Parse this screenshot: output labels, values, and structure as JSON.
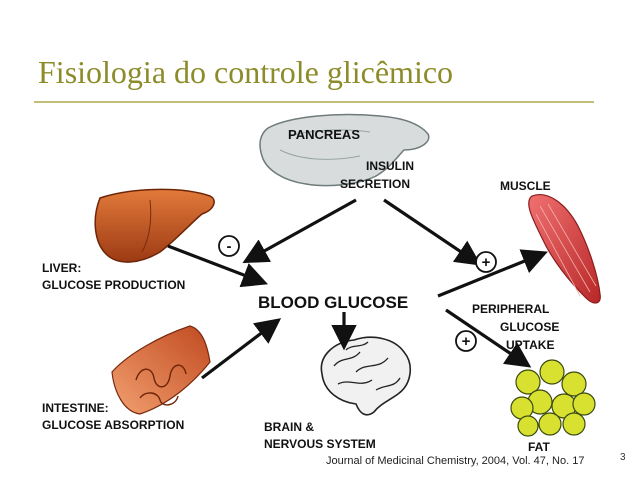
{
  "slide": {
    "title": "Fisiologia do controle glicêmico",
    "citation": "Journal of Medicinal Chemistry, 2004, Vol. 47, No. 17",
    "page_number": "3"
  },
  "diagram": {
    "pancreas": "PANCREAS",
    "insulin_line1": "INSULIN",
    "insulin_line2": "SECRETION",
    "muscle": "MUSCLE",
    "liver_line1": "LIVER:",
    "liver_line2": "GLUCOSE PRODUCTION",
    "blood_glucose": "BLOOD GLUCOSE",
    "peripheral_line1": "PERIPHERAL",
    "peripheral_line2": "GLUCOSE",
    "peripheral_line3": "UPTAKE",
    "intestine_line1": "INTESTINE:",
    "intestine_line2": "GLUCOSE ABSORPTION",
    "brain_line1": "BRAIN &",
    "brain_line2": "NERVOUS SYSTEM",
    "fat": "FAT",
    "sign_liver": "-",
    "sign_muscle": "+",
    "sign_fat": "+"
  },
  "colors": {
    "title": "#8d8b2a",
    "liver": "#c0501f",
    "muscle": "#d94040",
    "fat": "#d8e030",
    "pancreas": "#d8dcdc",
    "intestine": "#d46a3a"
  },
  "icons": [
    "pancreas-icon",
    "liver-icon",
    "muscle-icon",
    "intestine-icon",
    "brain-icon",
    "fat-cells-icon"
  ]
}
